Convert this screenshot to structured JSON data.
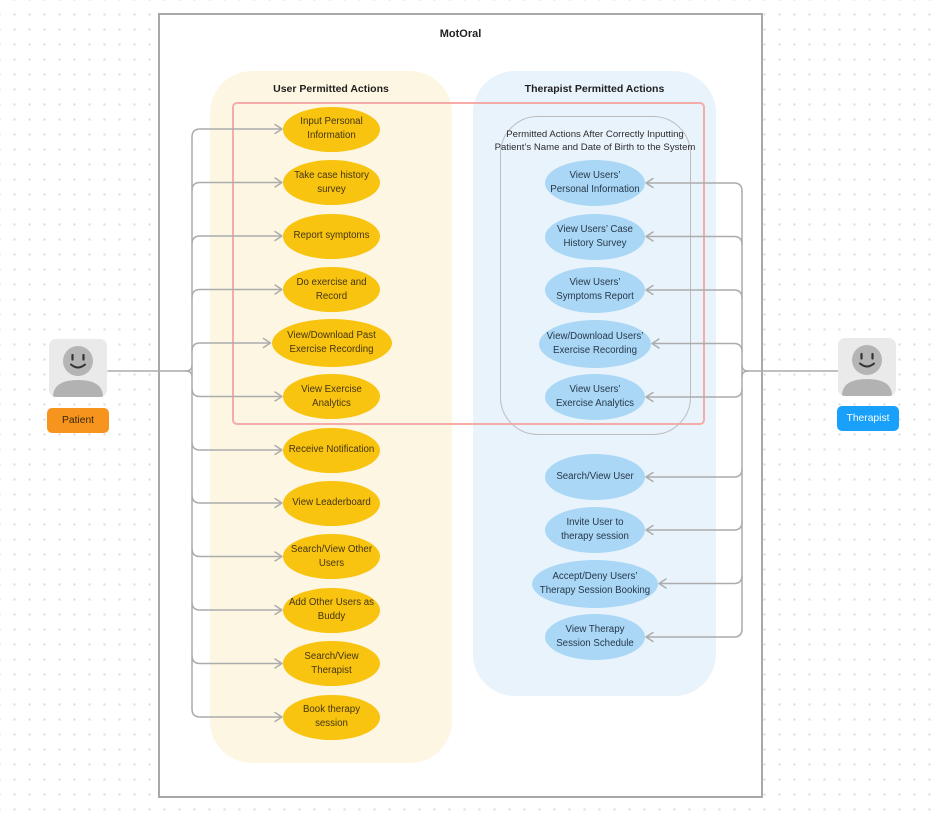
{
  "diagram": {
    "title": "MotOral",
    "colors": {
      "frame_border": "#a8a8a8",
      "user_lane_bg": "#fdf6e2",
      "therapist_lane_bg": "#e9f3fc",
      "user_oval": "#f8c410",
      "therapist_oval": "#a9d7f5",
      "highlight_border": "#f5aca8",
      "gated_box_border": "#bdbdbd",
      "connector": "#acacac",
      "patient_badge": "#f7941e",
      "therapist_badge": "#18a0fb",
      "avatar_bg": "#eaeaea",
      "avatar_fg": "#b5b5b5"
    },
    "actors": {
      "patient": {
        "label": "Patient"
      },
      "therapist": {
        "label": "Therapist"
      }
    },
    "user_lane": {
      "header": "User Permitted Actions",
      "actions": [
        "Input Personal Information",
        "Take case history survey",
        "Report symptoms",
        "Do exercise and Record",
        "View/Download Past Exercise Recording",
        "View Exercise Analytics",
        "Receive Notification",
        "View Leaderboard",
        "Search/View Other Users",
        "Add Other Users as Buddy",
        "Search/View Therapist",
        "Book therapy session"
      ]
    },
    "therapist_lane": {
      "header": "Therapist Permitted Actions",
      "gated_group": {
        "caption_line1": "Permitted Actions After Correctly Inputting",
        "caption_line2": "Patient’s Name and Date of Birth to the System",
        "actions": [
          "View Users’ Personal Information",
          "View Users’ Case History Survey",
          "View Users’ Symptoms Report",
          "View/Download Users’ Exercise Recording",
          "View Users’ Exercise Analytics"
        ]
      },
      "actions": [
        "Search/View User",
        "Invite User to therapy session",
        "Accept/Deny Users’ Therapy Session Booking",
        "View Therapy Session Schedule"
      ]
    }
  }
}
